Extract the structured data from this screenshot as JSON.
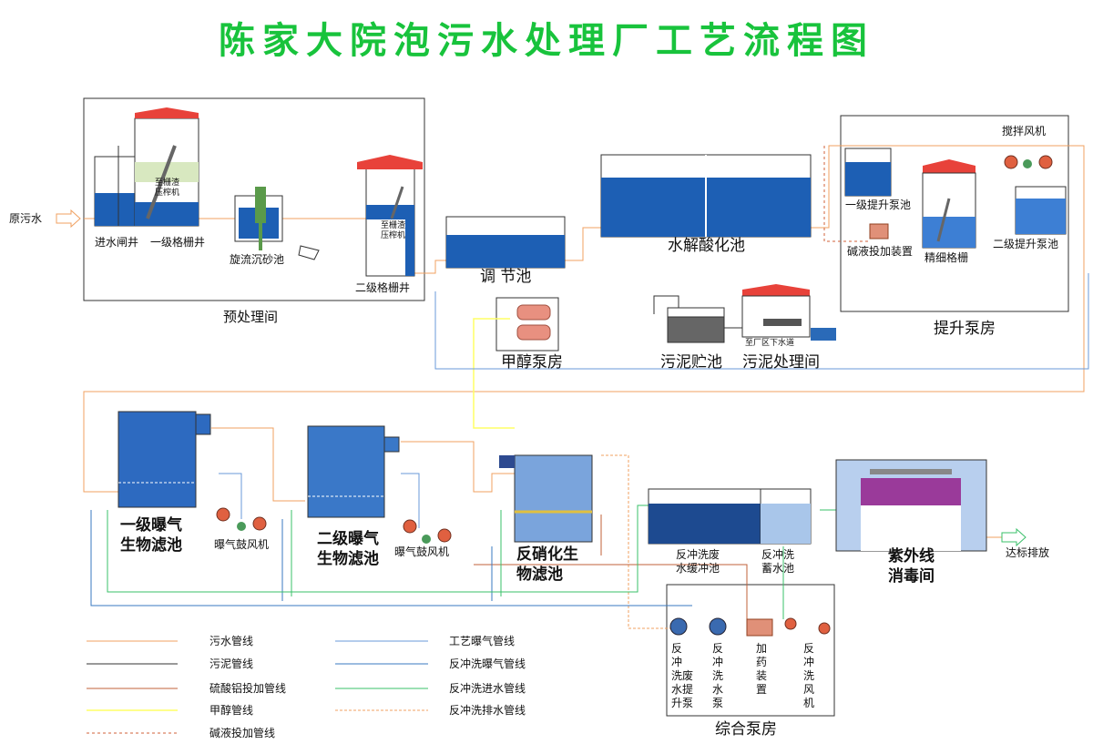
{
  "title": "陈家大院泡污水处理厂工艺流程图",
  "colors": {
    "title": "#18c33c",
    "sewage_line": "#f0a060",
    "sludge_line": "#333333",
    "alum_line": "#c0603a",
    "methanol_line": "#ffff66",
    "alkali_line": "#d0603a",
    "aeration_line": "#6a9ad8",
    "backwash_air_line": "#3a7ac0",
    "backwash_in_line": "#3ac06a",
    "backwash_out_line": "#f0a060",
    "roof": "#e8423a",
    "water": "#1d5fb4"
  },
  "labels": {
    "raw_sewage": "原污水",
    "inlet_gate": "进水闸井",
    "coarse_screen": "一级格栅井",
    "to_compactor_1": "至栅渣",
    "to_compactor_2": "压榨机",
    "grit_chamber": "旋流沉砂池",
    "fine_screen_well": "二级格栅井",
    "pretreatment_room": "预处理间",
    "equalization": "调 节池",
    "methanol_room": "甲醇泵房",
    "hydrolysis": "水解酸化池",
    "sludge_storage": "污泥贮池",
    "sludge_treatment": "污泥处理间",
    "to_sewer": "至厂区下水道",
    "lift_pool_1": "一级提升泵池",
    "alkali_dosing": "碱液投加装置",
    "fine_screen": "精细格栅",
    "lift_pool_2": "二级提升泵池",
    "mixing_blower": "搅拌风机",
    "lift_pump_room": "提升泵房",
    "baf1_line1": "一级曝气",
    "baf1_line2": "生物滤池",
    "baf2_line1": "二级曝气",
    "baf2_line2": "生物滤池",
    "blower1": "曝气鼓风机",
    "blower2": "曝气鼓风机",
    "denit_line1": "反硝化生",
    "denit_line2": "物滤池",
    "backwash_waste_1": "反冲洗废",
    "backwash_waste_2": "水缓冲池",
    "backwash_store_1": "反冲洗",
    "backwash_store_2": "蓄水池",
    "uv_line1": "紫外线",
    "uv_line2": "消毒间",
    "discharge": "达标排放",
    "pump_room": "综合泵房",
    "pump_a": [
      "反",
      "冲",
      "洗废",
      "水提",
      "升泵"
    ],
    "pump_b": [
      "反",
      "冲",
      "洗",
      "水",
      "泵"
    ],
    "pump_c": [
      "加",
      "药",
      "装",
      "置"
    ],
    "pump_d": [
      "反",
      "冲",
      "洗",
      "风",
      "机"
    ]
  },
  "legend": [
    {
      "label": "污水管线",
      "color": "#f0a060",
      "dash": ""
    },
    {
      "label": "污泥管线",
      "color": "#333333",
      "dash": ""
    },
    {
      "label": "硫酸铝投加管线",
      "color": "#c0603a",
      "dash": ""
    },
    {
      "label": "甲醇管线",
      "color": "#ffff66",
      "dash": ""
    },
    {
      "label": "碱液投加管线",
      "color": "#d0603a",
      "dash": "3,3"
    },
    {
      "label": "工艺曝气管线",
      "color": "#6a9ad8",
      "dash": ""
    },
    {
      "label": "反冲洗曝气管线",
      "color": "#3a7ac0",
      "dash": ""
    },
    {
      "label": "反冲洗进水管线",
      "color": "#3ac06a",
      "dash": ""
    },
    {
      "label": "反冲洗排水管线",
      "color": "#f0a060",
      "dash": "3,2"
    }
  ]
}
